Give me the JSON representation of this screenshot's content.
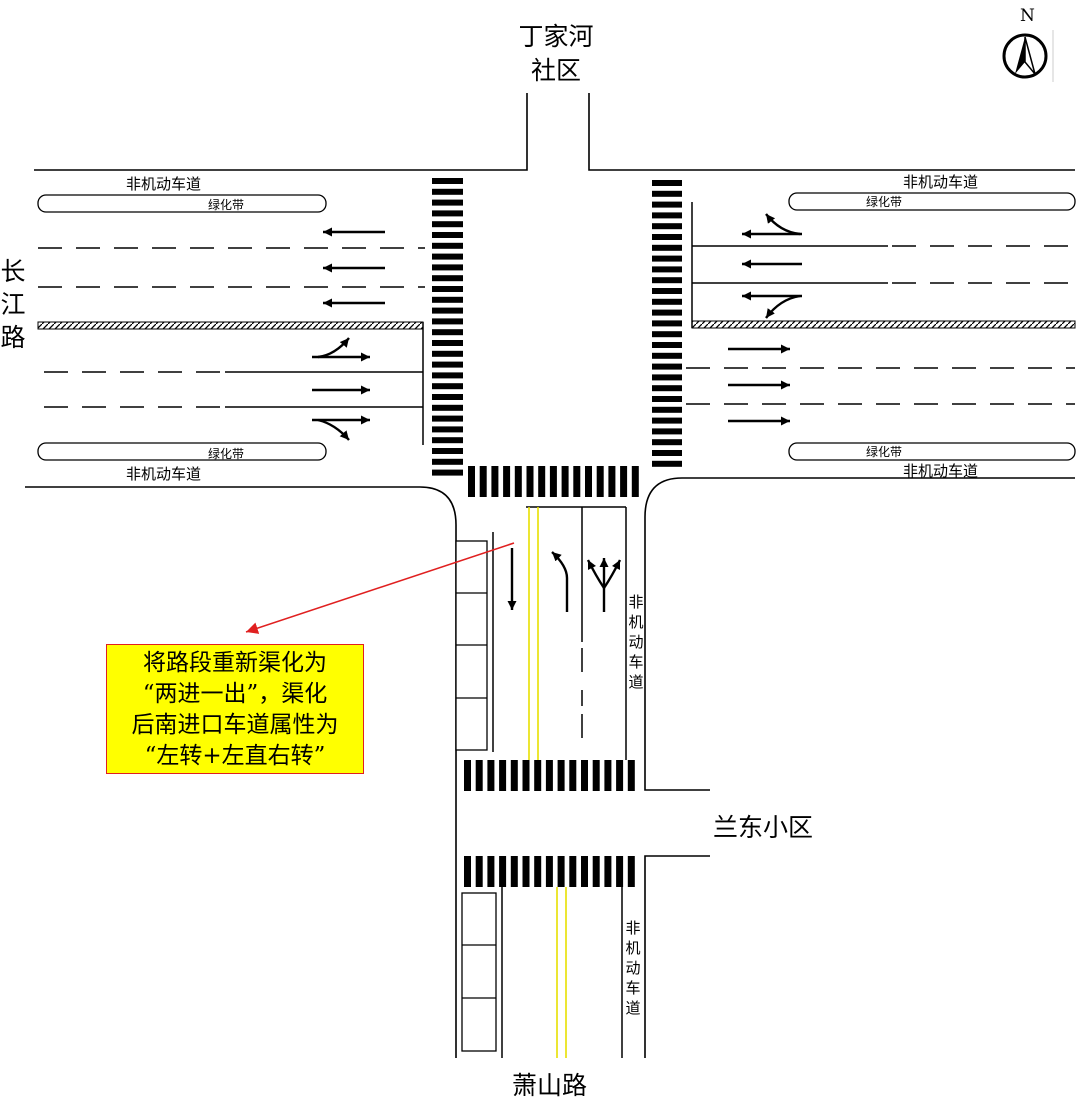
{
  "labels": {
    "north_community": "丁家河\n社区",
    "west_road": "长江路",
    "south_road": "萧山路",
    "east_community": "兰东小区",
    "compass": "N",
    "nonmotor_nw": "非机动车道",
    "green_nw": "绿化带",
    "green_sw": "绿化带",
    "nonmotor_sw": "非机动车道",
    "nonmotor_ne": "非机动车道",
    "green_ne": "绿化带",
    "green_se": "绿化带",
    "nonmotor_se": "非机动车道",
    "nonmotor_south_upper": "非机动车道",
    "nonmotor_south_lower": "非机动车道"
  },
  "callout": {
    "text": "将路段重新渠化为\n“两进一出”，渠化\n后南进口车道属性为\n“左转+左直右转”"
  },
  "colors": {
    "line": "#000000",
    "center_line": "#e8e000",
    "callout_fill": "#ffff00",
    "callout_arrow": "#e02020"
  }
}
